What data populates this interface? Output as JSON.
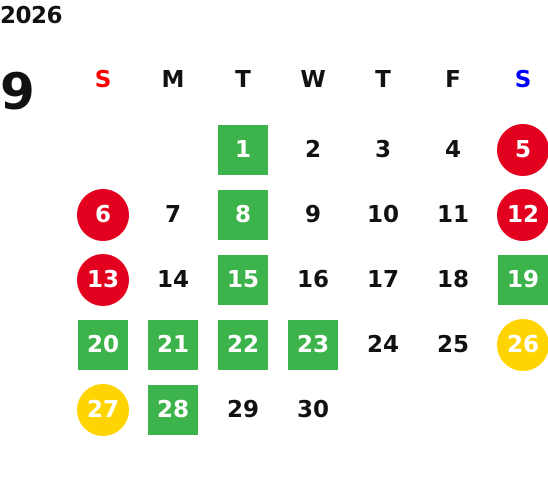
{
  "header": {
    "year": "2026",
    "month": "9"
  },
  "colors": {
    "green": "#3cb34b",
    "red": "#e2001e",
    "yellow": "#ffd400",
    "sunday": "#ff0000",
    "saturday": "#0000ff",
    "text": "#111111"
  },
  "weekdays": [
    {
      "label": "S",
      "color": "#ff0000"
    },
    {
      "label": "M",
      "color": "#111111"
    },
    {
      "label": "T",
      "color": "#111111"
    },
    {
      "label": "W",
      "color": "#111111"
    },
    {
      "label": "T",
      "color": "#111111"
    },
    {
      "label": "F",
      "color": "#111111"
    },
    {
      "label": "S",
      "color": "#0000ff"
    }
  ],
  "first_weekday": 2,
  "days": [
    {
      "day": "1",
      "mark": "green-square"
    },
    {
      "day": "2",
      "mark": "none"
    },
    {
      "day": "3",
      "mark": "none"
    },
    {
      "day": "4",
      "mark": "none"
    },
    {
      "day": "5",
      "mark": "red-circle"
    },
    {
      "day": "6",
      "mark": "red-circle"
    },
    {
      "day": "7",
      "mark": "none"
    },
    {
      "day": "8",
      "mark": "green-square"
    },
    {
      "day": "9",
      "mark": "none"
    },
    {
      "day": "10",
      "mark": "none"
    },
    {
      "day": "11",
      "mark": "none"
    },
    {
      "day": "12",
      "mark": "red-circle"
    },
    {
      "day": "13",
      "mark": "red-circle"
    },
    {
      "day": "14",
      "mark": "none"
    },
    {
      "day": "15",
      "mark": "green-square"
    },
    {
      "day": "16",
      "mark": "none"
    },
    {
      "day": "17",
      "mark": "none"
    },
    {
      "day": "18",
      "mark": "none"
    },
    {
      "day": "19",
      "mark": "green-square"
    },
    {
      "day": "20",
      "mark": "green-square"
    },
    {
      "day": "21",
      "mark": "green-square"
    },
    {
      "day": "22",
      "mark": "green-square"
    },
    {
      "day": "23",
      "mark": "green-square"
    },
    {
      "day": "24",
      "mark": "none"
    },
    {
      "day": "25",
      "mark": "none"
    },
    {
      "day": "26",
      "mark": "yellow-circle"
    },
    {
      "day": "27",
      "mark": "yellow-circle"
    },
    {
      "day": "28",
      "mark": "green-square"
    },
    {
      "day": "29",
      "mark": "none"
    },
    {
      "day": "30",
      "mark": "none"
    }
  ]
}
